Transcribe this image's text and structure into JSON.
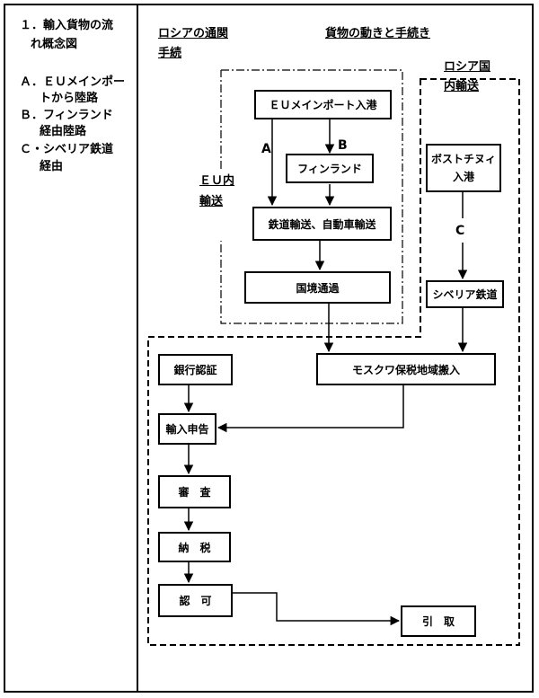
{
  "left": {
    "heading1": "１．輸入貨物の流",
    "heading2": "れ概念図",
    "routeA1": "Ａ．ＥＵメインポー",
    "routeA2": "トから陸路",
    "routeB1": "Ｂ．フィンランド",
    "routeB2": "経由陸路",
    "routeC1": "Ｃ・シベリア鉄道",
    "routeC2": "経由"
  },
  "diagram": {
    "section_customs1": "ロシアの通関",
    "section_customs2": "手続",
    "title": "貨物の動きと手続き",
    "region_russia1": "ロシア国",
    "region_russia2": "内輸送",
    "region_eu1": "ＥＵ内",
    "region_eu2": "輸送",
    "label_a": "A",
    "label_b": "B",
    "label_c": "C",
    "boxes": {
      "eu_mainport": "ＥＵメインポート入港",
      "finland": "フィンランド",
      "rail_road": "鉄道輸送、自動車輸送",
      "border": "国境通過",
      "eastern_port1": "ボストチヌィ",
      "eastern_port2": "入港",
      "siberian_rail": "シベリア鉄道",
      "moscow": "モスクワ保税地域搬入",
      "bank": "銀行認証",
      "declaration": "輸入申告",
      "inspection": "審　査",
      "tax": "納　税",
      "permit": "認　可",
      "pickup": "引　取"
    }
  }
}
